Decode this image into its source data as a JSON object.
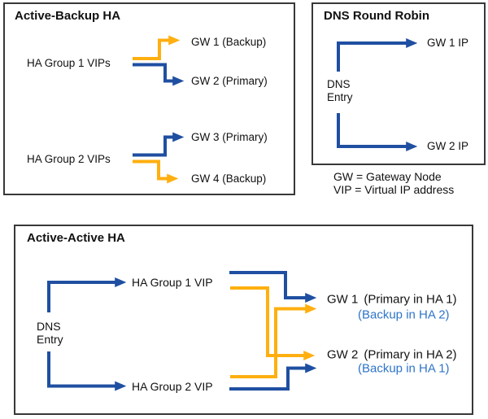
{
  "colors": {
    "blue": "#1F4FA1",
    "orange": "#FFAF10",
    "backup_blue": "#2E74C8",
    "text": "#111111",
    "border": "#383838",
    "background": "#FFFFFF"
  },
  "panels": {
    "active_backup": {
      "title": "Active-Backup HA",
      "group1_source": "HA Group 1 VIPs",
      "gw1": "GW 1 (Backup)",
      "gw2": "GW 2 (Primary)",
      "group2_source": "HA Group 2 VIPs",
      "gw3": "GW 3 (Primary)",
      "gw4": "GW 4 (Backup)"
    },
    "dns_round_robin": {
      "title": "DNS Round Robin",
      "dns_line1": "DNS",
      "dns_line2": "Entry",
      "gw1_ip": "GW 1 IP",
      "gw2_ip": "GW 2 IP"
    },
    "legend": {
      "gw": "GW = Gateway Node",
      "vip": "VIP = Virtual IP address"
    },
    "active_active": {
      "title": "Active-Active HA",
      "dns_line1": "DNS",
      "dns_line2": "Entry",
      "vip1": "HA Group 1 VIP",
      "vip2": "HA Group 2 VIP",
      "gw1_name": "GW 1",
      "gw1_primary": "(Primary in HA 1)",
      "gw1_backup": "(Backup in HA 2)",
      "gw2_name": "GW 2",
      "gw2_primary": "(Primary in HA 2)",
      "gw2_backup": "(Backup in HA 1)"
    }
  }
}
